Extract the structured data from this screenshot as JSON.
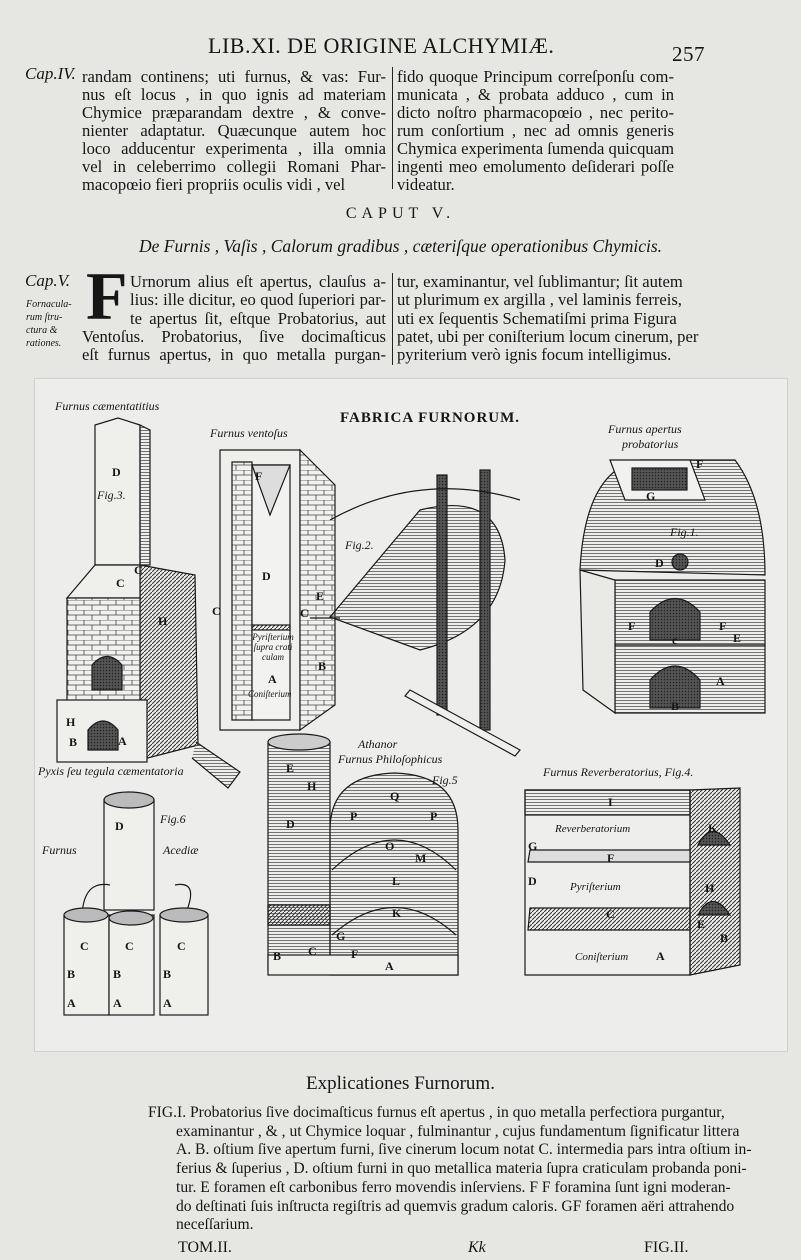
{
  "header": {
    "title": "LIB.XI. DE ORIGINE ALCHYMIÆ.",
    "page_number": "257"
  },
  "cap4": {
    "margin": "Cap.IV.",
    "col1": [
      "randam continens; uti furnus, & vas: Fur-",
      "nus eſt locus , in quo ignis ad materiam",
      "Chymice præparandam dextre , & conve-",
      "nienter adaptatur.  Quæcunque autem hoc",
      "loco adducentur experimenta , illa omnia",
      "vel in celeberrimo collegii Romani Phar-",
      "macopœio fieri propriis oculis vidi , vel"
    ],
    "col2": [
      "fido quoque Principum correſponſu com-",
      "municata , & probata adduco , cum in",
      "dicto noſtro pharmacopœio , nec perito-",
      "rum conſortium , nec ad omnis generis",
      "Chymica experimenta ſumenda quicquam",
      "ingenti meo emolumento deſiderari poſſe",
      "videatur."
    ]
  },
  "cap5": {
    "heading": "CAPUT V.",
    "subtitle": "De Furnis , Vaſis , Calorum gradibus , cæteriſque operationibus Chymicis.",
    "margin": "Cap.V.",
    "margin_note": [
      "Fornacula-",
      "rum ſtru-",
      "ctura &",
      "rationes."
    ],
    "drop_cap": "F",
    "col1": [
      "Urnorum alius eſt apertus, clauſus a-",
      "lius: ille dicitur, eo quod ſuperiori par-",
      "te apertus ſit, eſtque Probatorius, aut",
      "Ventoſus.  Probatorius, ſive docimaſticus",
      "eſt furnus apertus, in quo metalla purgan-"
    ],
    "col2": [
      "tur, examinantur, vel ſublimantur; ſit autem",
      "ut plurimum ex argilla , vel laminis ferreis,",
      "uti ex ſequentis Schematiſmi prima Figura",
      "patet, ubi per coniſterium locum cinerum, per",
      "pyriterium verò ignis focum intelligimus."
    ]
  },
  "plate": {
    "title": "FABRICA FURNORUM.",
    "fig3": {
      "caption": "Furnus cæmentatitius",
      "fig": "Fig.3.",
      "sub_caption": "Pyxis ſeu tegula cæmentatoria",
      "labels": [
        "D",
        "C",
        "C",
        "H",
        "H",
        "B",
        "A"
      ]
    },
    "fig2": {
      "caption": "Furnus ventoſus",
      "fig": "Fig.2.",
      "pyristerium": "Pyriſterium ſupra crati culam",
      "conisterium": "Coniſterium",
      "labels": [
        "F",
        "D",
        "C",
        "C",
        "E",
        "B",
        "A"
      ]
    },
    "fig1": {
      "caption_line1": "Furnus apertus",
      "caption_line2": "probatorius",
      "fig": "Fig.1.",
      "labels": [
        "F",
        "G",
        "D",
        "F",
        "c",
        "F",
        "E",
        "A",
        "B"
      ]
    },
    "fig6": {
      "caption_left": "Furnus",
      "caption_right": "Acediæ",
      "fig": "Fig.6",
      "labels": [
        "D",
        "C",
        "C",
        "C",
        "B",
        "B",
        "B",
        "A",
        "A",
        "A"
      ]
    },
    "fig5": {
      "caption_line1": "Athanor",
      "caption_line2": "Furnus Philoſophicus",
      "fig": "Fig.5",
      "labels": [
        "E",
        "H",
        "D",
        "B",
        "C",
        "Q",
        "P",
        "P",
        "O",
        "M",
        "L",
        "K",
        "G",
        "F",
        "A"
      ]
    },
    "fig4": {
      "caption": "Furnus Reverberatorius, Fig.4.",
      "reverberatorium": "Reverberatorium",
      "pyristerium": "Pyriſterium",
      "conisterium": "Coniſterium",
      "labels": [
        "I",
        "K",
        "G",
        "F",
        "D",
        "H",
        "C",
        "E",
        "B",
        "A"
      ]
    }
  },
  "explanations": {
    "heading": "Explicationes Furnorum.",
    "lines": [
      "FIG.I.  Probatorius ſive docimaſticus furnus eſt apertus , in quo metalla perfectiora purgantur,",
      "examinantur , & , ut Chymice loquar , fulminantur , cujus fundamentum ſignificatur littera",
      "A. B. oſtium ſive apertum furni, ſive cinerum locum notat C. intermedia pars intra oſtium in-",
      "ferius & ſuperius , D. oſtium furni in quo metallica materia ſupra craticulam probanda poni-",
      "tur.  E foramen eſt carbonibus ferro movendis inſerviens.  F F foramina ſunt igni moderan-",
      "do deſtinati ſuis inſtructa regiſtris ad quemvis gradum caloris.  GF foramen aëri attrahendo",
      "neceſſarium."
    ]
  },
  "footer": {
    "left": "TOM.II.",
    "center": "Kk",
    "right": "FIG.II."
  }
}
